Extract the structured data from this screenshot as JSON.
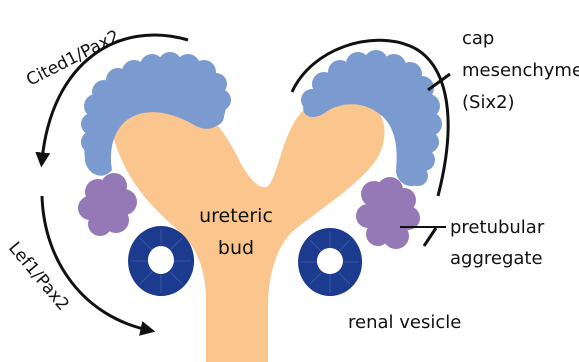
{
  "labels": {
    "cited1_pax2": "Cited1/Pax2",
    "cap_line1": "cap",
    "cap_line2": "mesenchyme",
    "cap_line3": "(Six2)",
    "ureteric_line1": "ureteric",
    "ureteric_line2": "bud",
    "pretubular_line1": "pretubular",
    "pretubular_line2": "aggregate",
    "lef1_pax2": "Lef1/Pax2",
    "renal_vesicle": "renal vesicle"
  },
  "colors": {
    "ureteric_bud": "#fbc58e",
    "cap_mesenchyme": "#7b9bd0",
    "pretubular_aggregate": "#9479b6",
    "renal_vesicle": "#1d3b8e",
    "arrow": "#111111"
  }
}
